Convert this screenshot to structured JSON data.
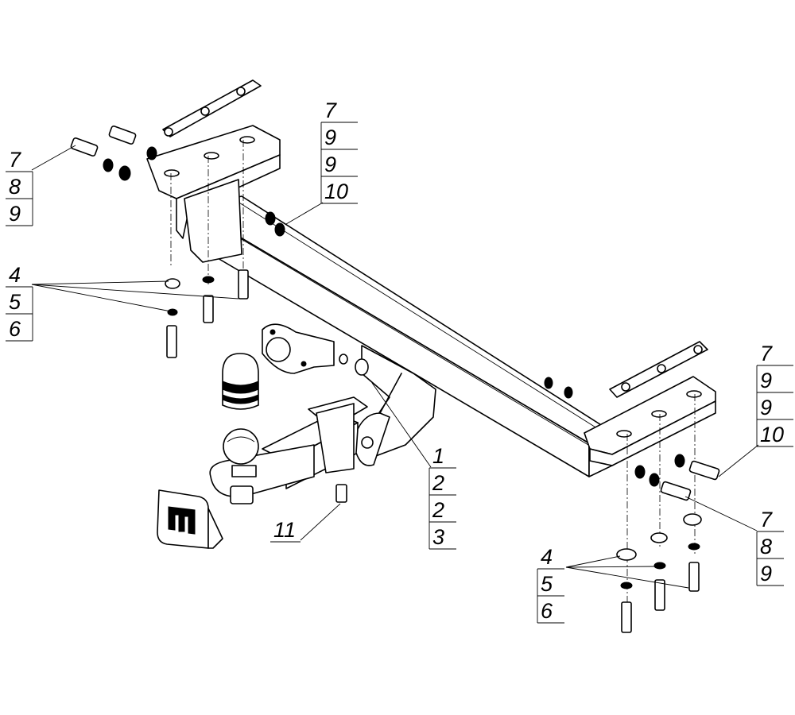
{
  "callouts": {
    "top_center": [
      "7",
      "9",
      "9",
      "10"
    ],
    "top_left": [
      "7",
      "8",
      "9"
    ],
    "left_mid": [
      "4",
      "5",
      "6"
    ],
    "right_upper": [
      "7",
      "9",
      "9",
      "10"
    ],
    "center": [
      "1",
      "2",
      "2",
      "3"
    ],
    "right_lower": [
      "7",
      "8",
      "9"
    ],
    "bottom_right": [
      "4",
      "5",
      "6"
    ],
    "bottom_center": [
      "11"
    ]
  },
  "colors": {
    "line": "#000000",
    "background": "#ffffff"
  },
  "icons": {
    "plug_cover_logo": "letter-m-logo"
  }
}
